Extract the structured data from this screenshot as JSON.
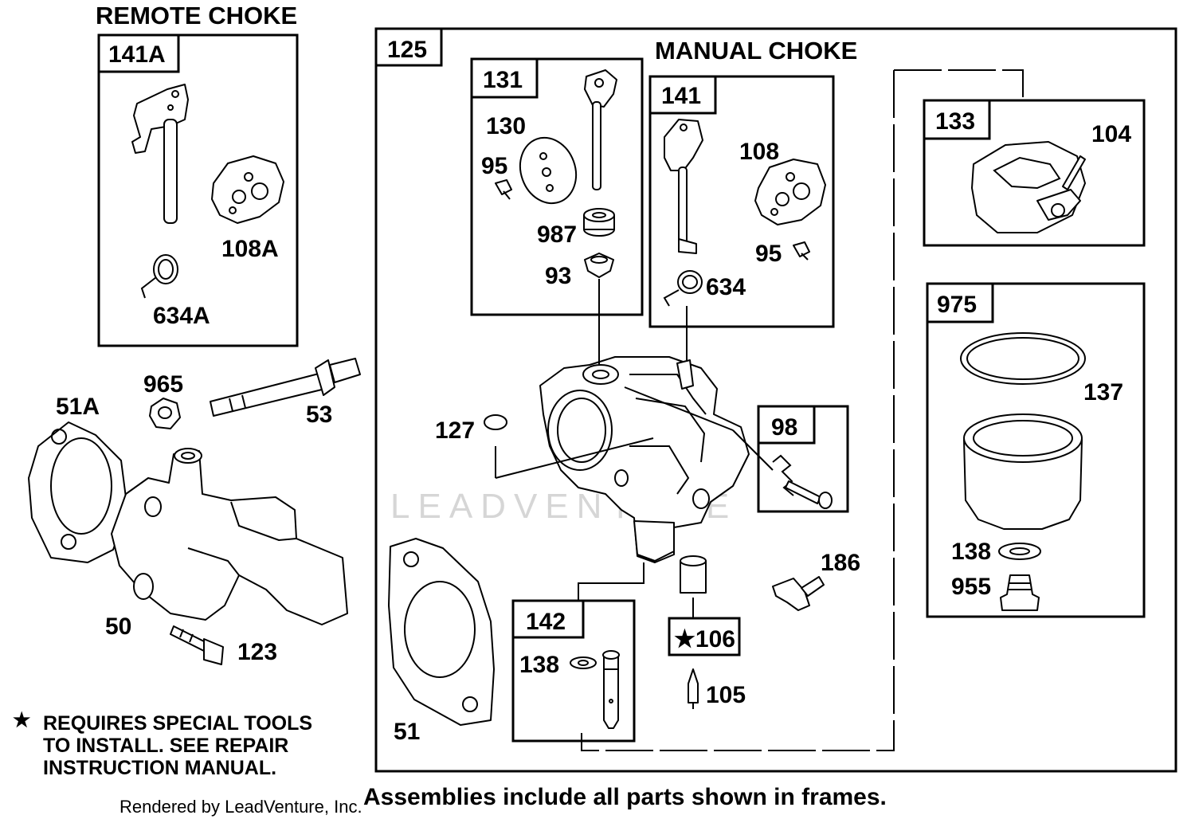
{
  "remote_choke": {
    "title": "REMOTE CHOKE",
    "frame_label": "141A",
    "parts": [
      "108A",
      "634A"
    ]
  },
  "manual_choke": {
    "frame_label": "125",
    "title": "MANUAL CHOKE"
  },
  "frames": {
    "f131": {
      "label": "131",
      "parts": [
        "130",
        "95",
        "987",
        "93"
      ]
    },
    "f141": {
      "label": "141",
      "parts": [
        "108",
        "95",
        "634"
      ]
    },
    "f133": {
      "label": "133",
      "parts": [
        "104"
      ]
    },
    "f975": {
      "label": "975",
      "parts": [
        "137",
        "138",
        "955"
      ]
    },
    "f98": {
      "label": "98"
    },
    "f142": {
      "label": "142",
      "parts": [
        "138"
      ]
    },
    "f106": {
      "label": "★106"
    }
  },
  "loose_parts": [
    "127",
    "186",
    "105",
    "51",
    "51A",
    "965",
    "53",
    "50",
    "123"
  ],
  "note": {
    "star": "★",
    "lines": [
      "REQUIRES SPECIAL TOOLS",
      "TO INSTALL.  SEE REPAIR",
      "INSTRUCTION MANUAL."
    ]
  },
  "footer": {
    "credit": "Rendered by LeadVenture, Inc.",
    "caption": "Assemblies include all parts shown in frames."
  },
  "watermark": "LEADVENTURE"
}
